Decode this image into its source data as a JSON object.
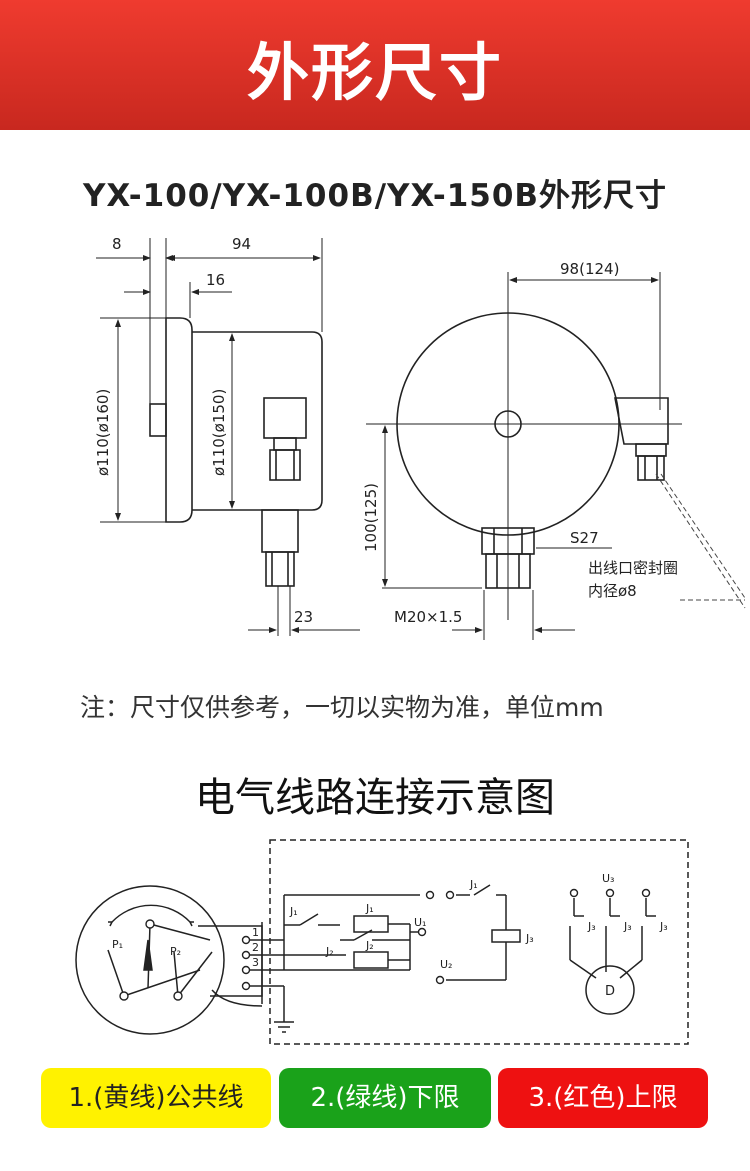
{
  "header": {
    "title": "外形尺寸"
  },
  "dimension_section": {
    "title": "YX-100/YX-100B/YX-150B外形尺寸",
    "side_view": {
      "dim_8": "8",
      "dim_94": "94",
      "dim_16": "16",
      "dim_outer_dia": "ø110(ø160)",
      "dim_inner_dia": "ø110(ø150)",
      "dim_23": "23"
    },
    "front_view": {
      "dim_98": "98(124)",
      "dim_100": "100(125)",
      "label_s27": "S27",
      "label_outlet_line1": "出线口密封圈",
      "label_outlet_line2": "内径ø8",
      "label_m20": "M20×1.5"
    },
    "note": "注：尺寸仅供参考，一切以实物为准，单位mm"
  },
  "electrical_section": {
    "title": "电气线路连接示意图",
    "labels": {
      "p1": "P₁",
      "p2": "P₂",
      "term1": "1",
      "term2": "2",
      "term3": "3",
      "j1_a": "J₁",
      "j1_b": "J₁",
      "j1_c": "J₁",
      "j2_a": "J₂",
      "j2_b": "J₂",
      "j3_coil": "J₃",
      "u1": "U₁",
      "u2": "U₂",
      "u3": "U₃",
      "j3_1": "J₃",
      "j3_2": "J₃",
      "j3_3": "J₃",
      "motor": "D"
    }
  },
  "legend": {
    "item1": "1.(黄线)公共线",
    "item2": "2.(绿线)下限",
    "item3": "3.(红色)上限",
    "colors": {
      "yellow": "#fff200",
      "green": "#1aa21a",
      "red": "#ee1111"
    }
  }
}
